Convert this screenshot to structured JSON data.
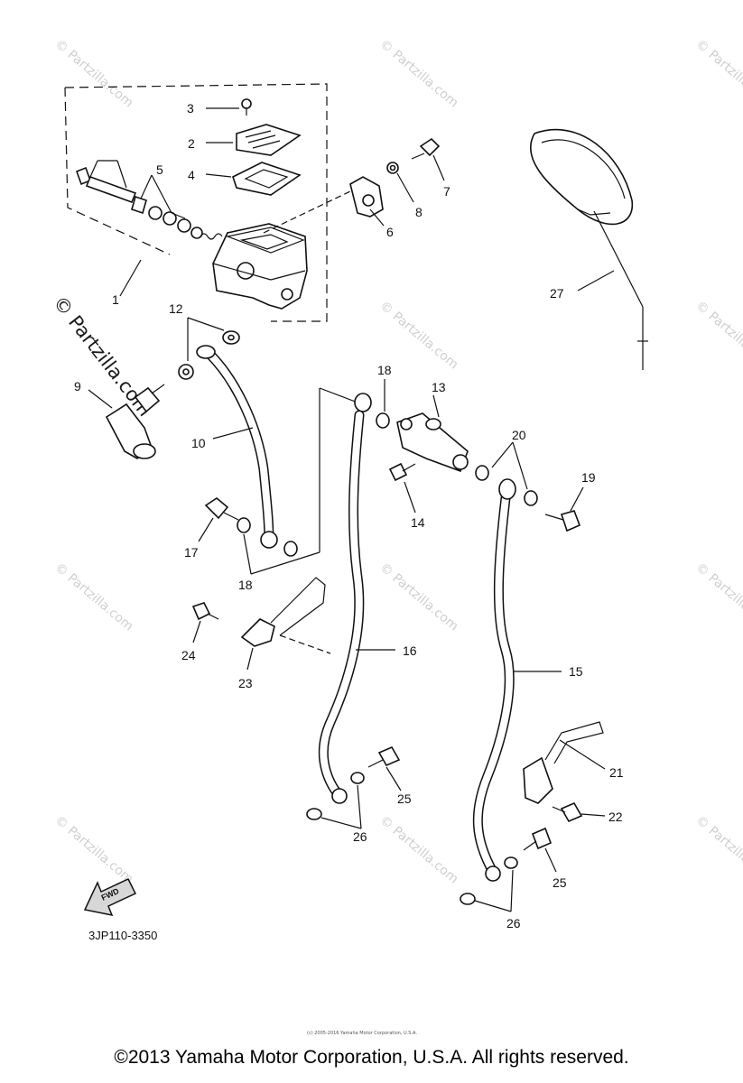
{
  "diagram": {
    "part_number_code": "3JP110-3350",
    "fwd_label": "FWD",
    "callouts": {
      "c1": "1",
      "c2": "2",
      "c3": "3",
      "c4": "4",
      "c5": "5",
      "c6": "6",
      "c7": "7",
      "c8": "8",
      "c9": "9",
      "c10": "10",
      "c12": "12",
      "c13": "13",
      "c14": "14",
      "c15": "15",
      "c16": "16",
      "c17": "17",
      "c18a": "18",
      "c18b": "18",
      "c19": "19",
      "c20": "20",
      "c21": "21",
      "c22": "22",
      "c23": "23",
      "c24": "24",
      "c25a": "25",
      "c25b": "25",
      "c26a": "26",
      "c26b": "26",
      "c27": "27"
    }
  },
  "watermark": {
    "text": "© Partzilla.com",
    "small_print": "(c) 2005-2016 Yamaha Motor Corporation, U.S.A."
  },
  "footer": {
    "copyright": "©2013 Yamaha Motor Corporation, U.S.A. All rights reserved."
  }
}
